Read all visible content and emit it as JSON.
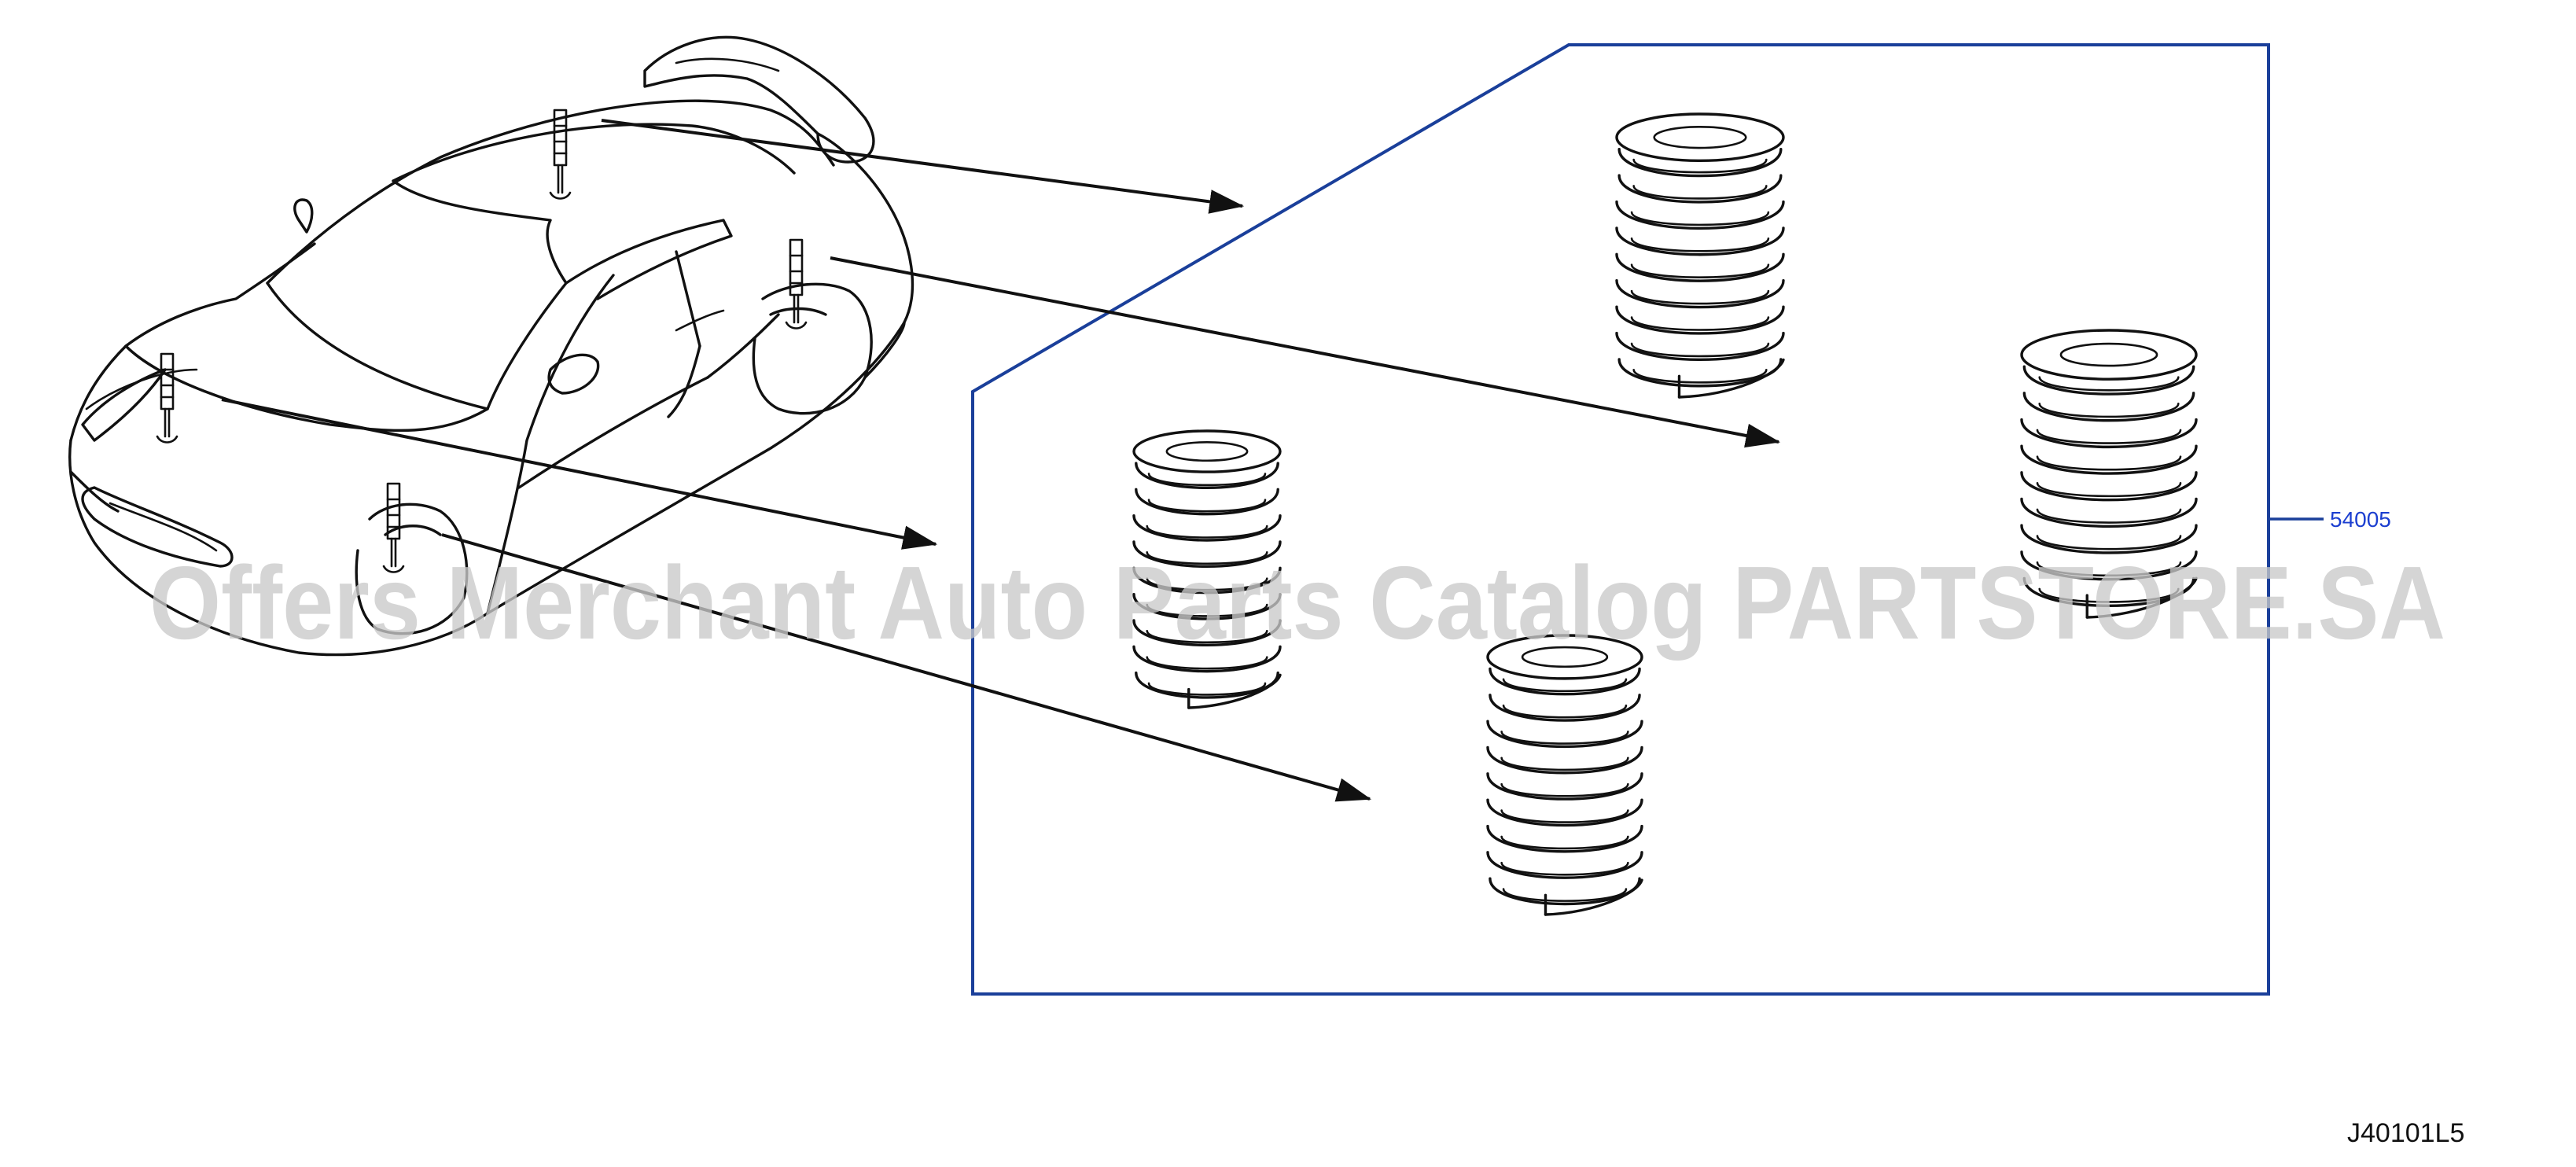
{
  "diagram": {
    "part_number": "54005",
    "figure_code": "J40101L5",
    "watermark": "Offers Merchant Auto Parts Catalog PARTSTORE.SA",
    "colors": {
      "frame": "#1a3f9a",
      "part_label": "#1c3fd0",
      "line_art": "#111111",
      "watermark": "#c9c9c9"
    },
    "components": [
      {
        "name": "vehicle",
        "type": "car-outline"
      },
      {
        "name": "front-left-spring",
        "type": "coil-spring"
      },
      {
        "name": "front-right-spring",
        "type": "coil-spring"
      },
      {
        "name": "rear-left-spring",
        "type": "coil-spring"
      },
      {
        "name": "rear-right-spring",
        "type": "coil-spring"
      }
    ]
  }
}
